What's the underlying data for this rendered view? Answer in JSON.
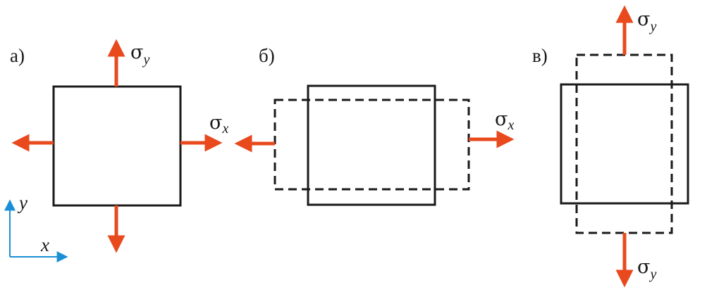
{
  "panels": {
    "a": {
      "label": "а)",
      "stress_y": {
        "symbol": "σ",
        "subscript": "y"
      },
      "stress_x": {
        "symbol": "σ",
        "subscript": "x"
      }
    },
    "b": {
      "label": "б)",
      "stress_x": {
        "symbol": "σ",
        "subscript": "x"
      }
    },
    "c": {
      "label": "в)",
      "stress_y_top": {
        "symbol": "σ",
        "subscript": "y"
      },
      "stress_y_bottom": {
        "symbol": "σ",
        "subscript": "y"
      }
    }
  },
  "axes": {
    "x_label": "x",
    "y_label": "y"
  },
  "colors": {
    "arrow": "#e8491d",
    "axis": "#1a8fd6",
    "outline": "#1a1a1a"
  }
}
